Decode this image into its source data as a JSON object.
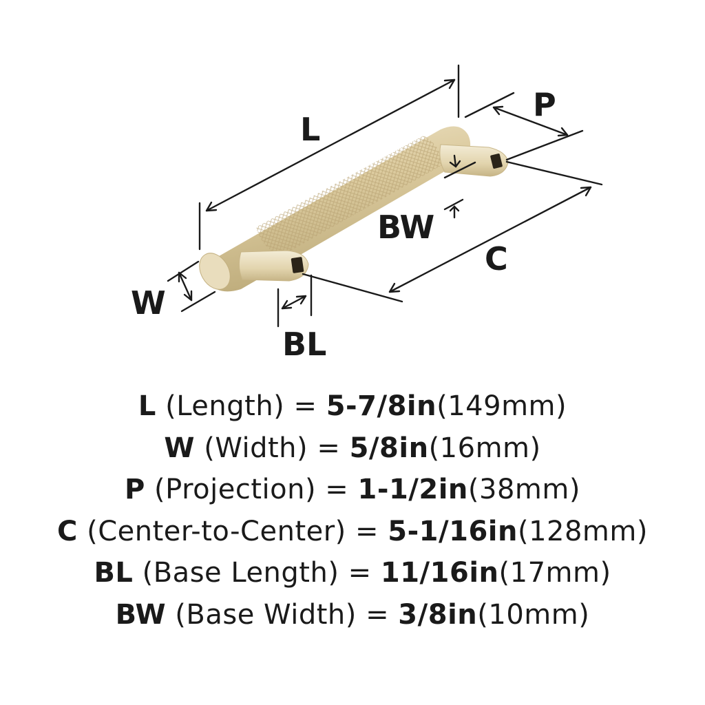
{
  "diagram": {
    "labels": {
      "L": "L",
      "P": "P",
      "BW": "BW",
      "C": "C",
      "W": "W",
      "BL": "BL"
    },
    "colors": {
      "brass_light": "#ede3c8",
      "brass_mid": "#d8c79a",
      "brass_dark": "#b9a676",
      "line": "#1a1a1a"
    }
  },
  "specs": [
    {
      "code": "L",
      "name": " (Length) = ",
      "imperial": "5-7/8in",
      "metric": "(149mm)"
    },
    {
      "code": "W",
      "name": " (Width) = ",
      "imperial": "5/8in",
      "metric": "(16mm)"
    },
    {
      "code": "P",
      "name": " (Projection) = ",
      "imperial": "1-1/2in",
      "metric": "(38mm)"
    },
    {
      "code": "C",
      "name": " (Center-to-Center) = ",
      "imperial": "5-1/16in",
      "metric": "(128mm)"
    },
    {
      "code": "BL",
      "name": " (Base Length) = ",
      "imperial": "11/16in",
      "metric": "(17mm)"
    },
    {
      "code": "BW",
      "name": " (Base Width) = ",
      "imperial": "3/8in",
      "metric": "(10mm)"
    }
  ]
}
